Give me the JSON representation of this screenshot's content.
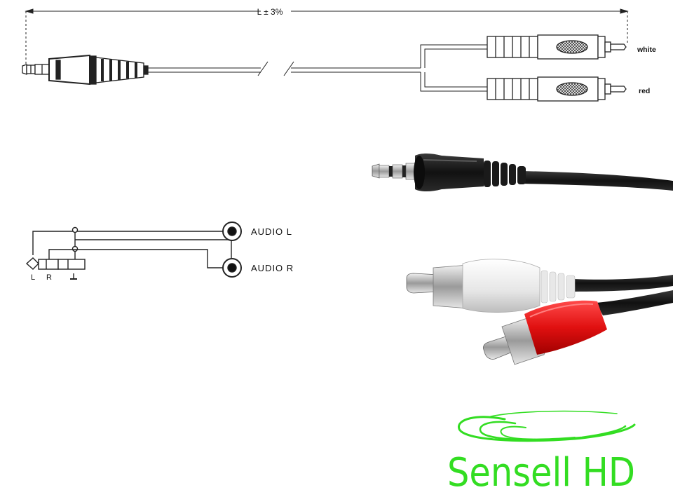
{
  "dimension": {
    "length_label": "L ± 3%"
  },
  "connectors": {
    "white_label": "white",
    "red_label": "red"
  },
  "schematic": {
    "audio_l_label": "AUDIO L",
    "audio_r_label": "AUDIO R",
    "pin_l_label": "L",
    "pin_r_label": "R"
  },
  "logo": {
    "text": "Sensell HD",
    "color": "#33dd22"
  },
  "colors": {
    "line": "#222222",
    "cable": "#151515",
    "plug_white": "#f2f2f2",
    "plug_red": "#e41818",
    "metal": "#c9c9c9"
  }
}
